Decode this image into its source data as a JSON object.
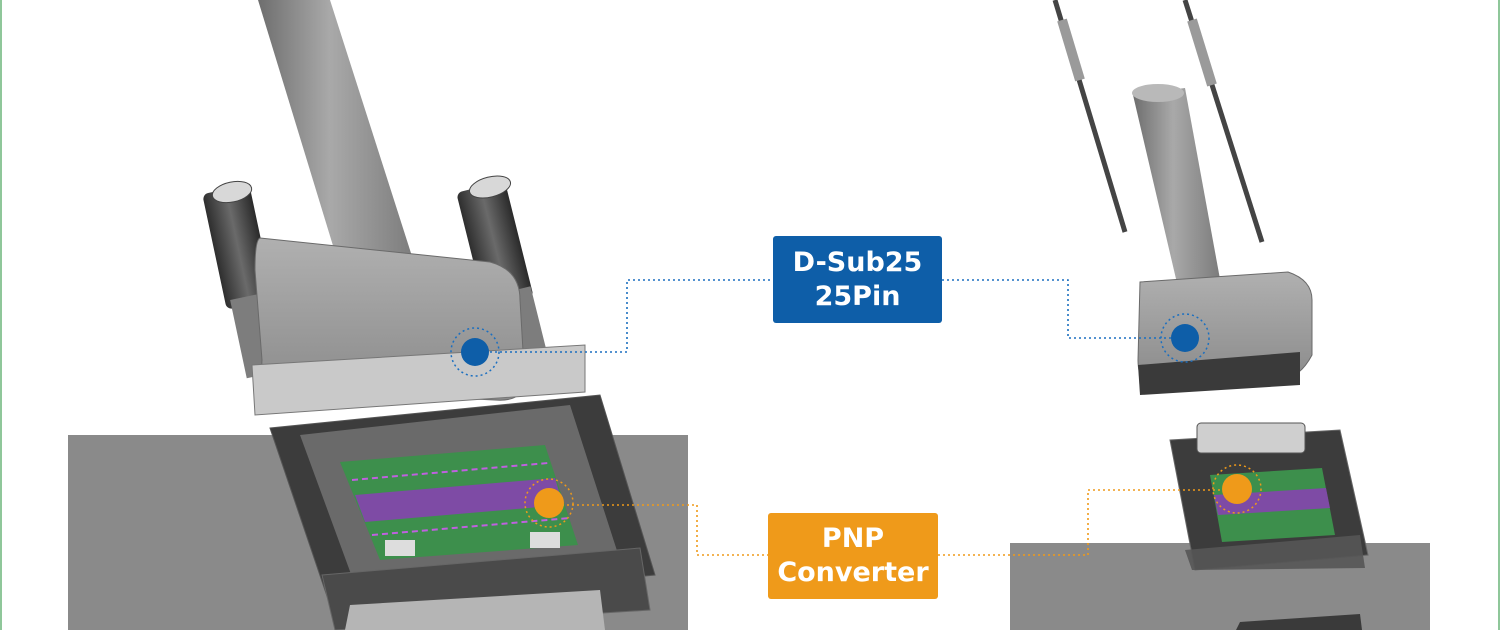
{
  "callouts": {
    "dsub": {
      "line1": "D-Sub25",
      "line2": "25Pin",
      "color": "#0e5ea8"
    },
    "pnp": {
      "line1": "PNP",
      "line2": "Converter",
      "color": "#ef9a1a"
    }
  },
  "colors": {
    "border": "#8fc79a",
    "connector_gray": "#8e8e8e",
    "pcb_green": "#3d8f4c",
    "pcb_purple": "#8a3fb5"
  }
}
